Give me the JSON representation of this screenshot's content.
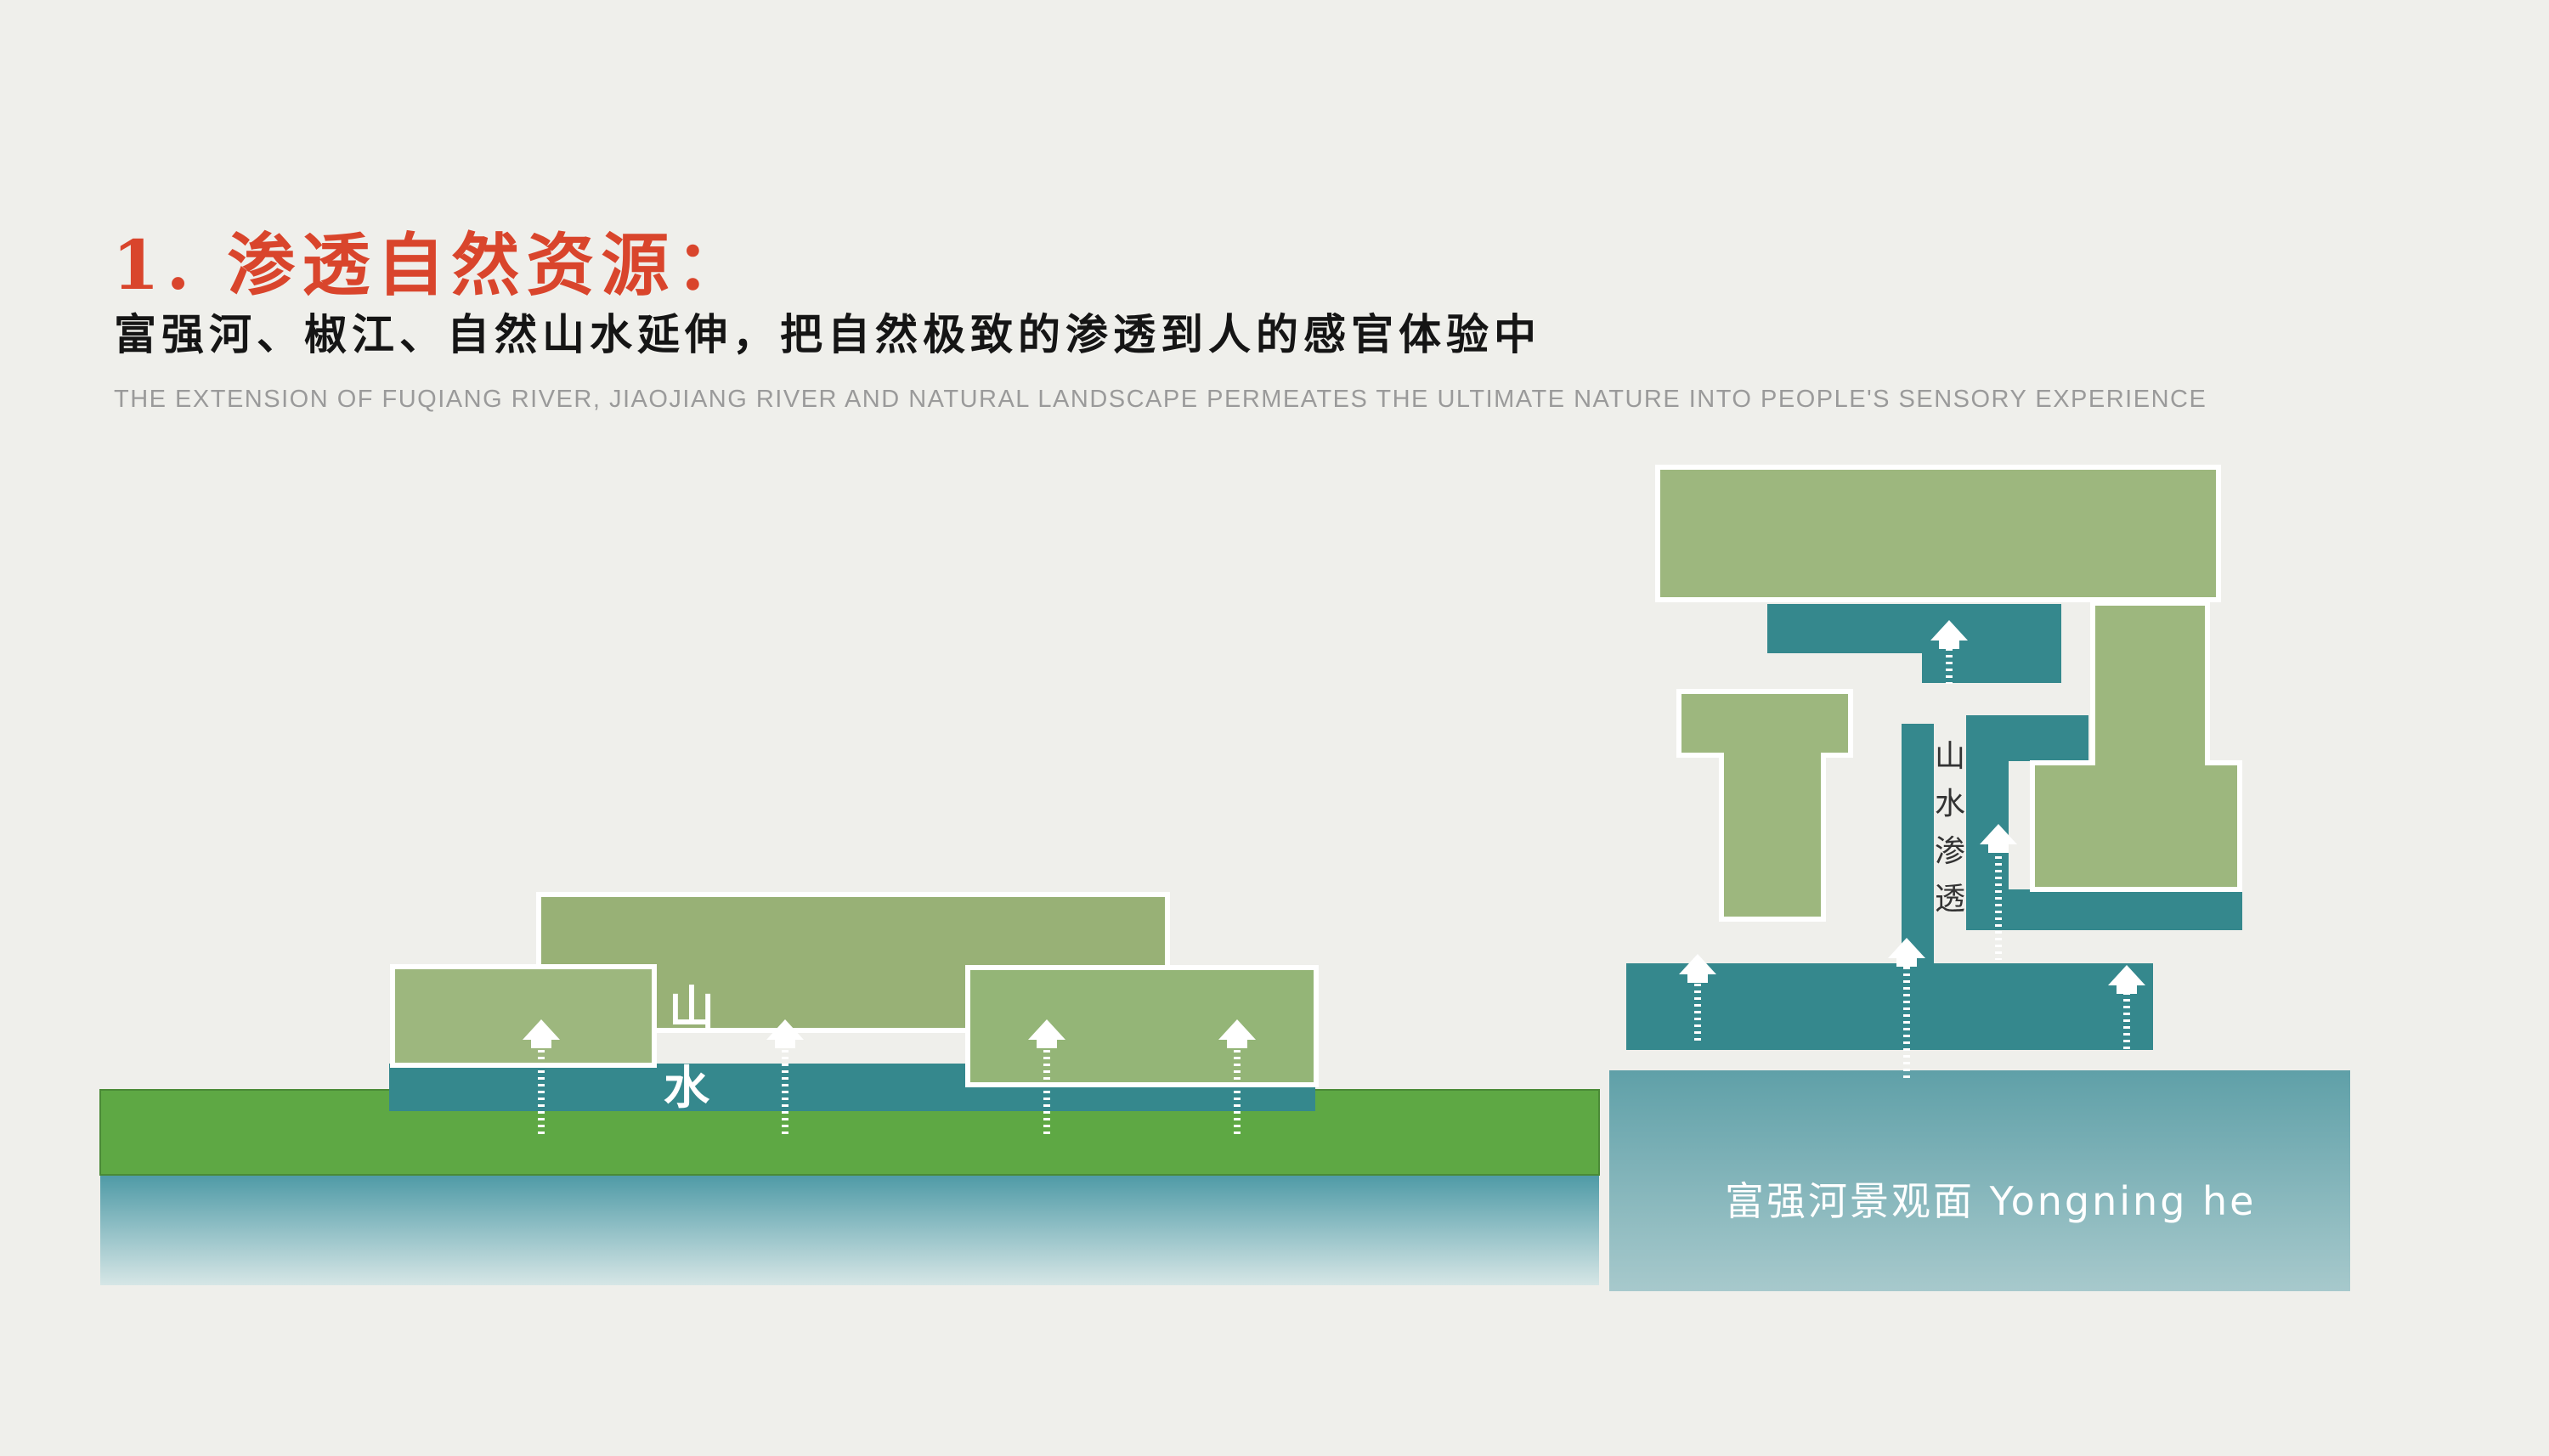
{
  "heading": {
    "title": "1. 渗透自然资源：",
    "subtitle": "富强河、椒江、自然山水延伸，把自然极致的渗透到人的感官体验中",
    "english": "THE EXTENSION OF FUQIANG RIVER, JIAOJIANG RIVER AND NATURAL LANDSCAPE PERMEATES THE ULTIMATE NATURE INTO PEOPLE'S SENSORY EXPERIENCE"
  },
  "left_diagram": {
    "label_mountain": "山",
    "label_water": "水"
  },
  "right_diagram": {
    "vertical_label": [
      "山",
      "水",
      "渗",
      "透"
    ],
    "river_label": "富强河景观面 Yongning he"
  },
  "colors": {
    "title_red": "#d9452c",
    "block_green": "#9db77e",
    "teal": "#35888d",
    "ground_green": "#5ea844",
    "water_top": "#4e9aa6",
    "water_bottom": "#c8e0e2"
  }
}
